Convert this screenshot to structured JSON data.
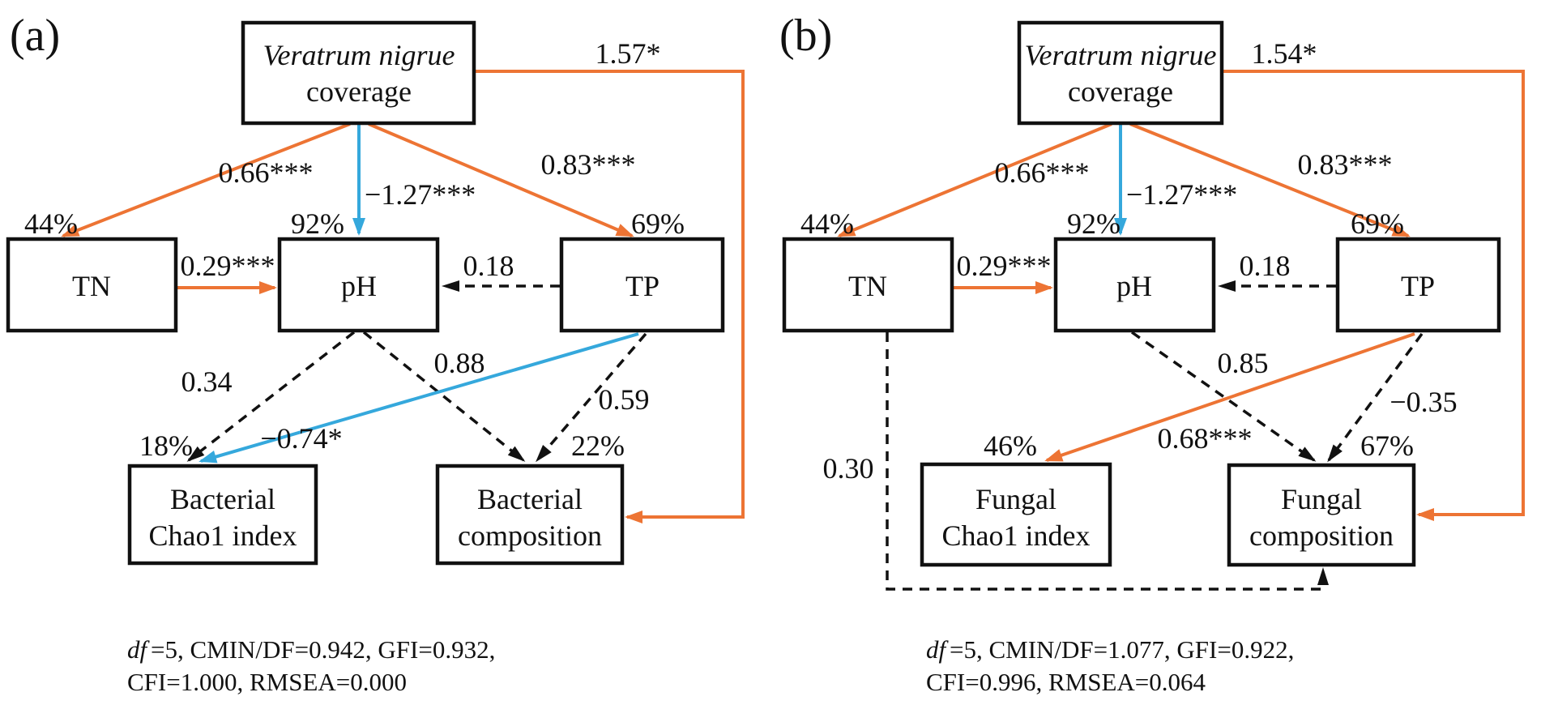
{
  "figure": {
    "type": "structural-equation-model-path-diagrams",
    "colors": {
      "positive_path": "#ED7434",
      "negative_path": "#35A8DC",
      "nonsignificant_path": "#111111",
      "box_border": "#111111",
      "background": "#ffffff"
    },
    "panels": [
      {
        "tag": "(a)",
        "coverage_box": {
          "line1": "Veratrum nigrue",
          "line2": "coverage"
        },
        "nodes": {
          "tn": "TN",
          "ph": "pH",
          "tp": "TP",
          "chao1_line1": "Bacterial",
          "chao1_line2": "Chao1 index",
          "comp_line1": "Bacterial",
          "comp_line2": "composition"
        },
        "variance": {
          "tn": "44%",
          "ph": "92%",
          "tp": "69%",
          "chao1": "18%",
          "comp": "22%"
        },
        "paths": {
          "cov_comp": "1.57*",
          "cov_tn": "0.66***",
          "cov_ph": "−1.27***",
          "cov_tp": "0.83***",
          "tn_ph": "0.29***",
          "tp_ph": "0.18",
          "ph_chao1": "0.34",
          "ph_comp": "0.88",
          "tp_chao1": "−0.74*",
          "tp_comp": "0.59"
        },
        "fit": {
          "df_label": "df",
          "line1_rest": "=5, CMIN/DF=0.942, GFI=0.932,",
          "line2": "CFI=1.000, RMSEA=0.000"
        }
      },
      {
        "tag": "(b)",
        "coverage_box": {
          "line1": "Veratrum nigrue",
          "line2": "coverage"
        },
        "nodes": {
          "tn": "TN",
          "ph": "pH",
          "tp": "TP",
          "chao1_line1": "Fungal",
          "chao1_line2": "Chao1 index",
          "comp_line1": "Fungal",
          "comp_line2": "composition"
        },
        "variance": {
          "tn": "44%",
          "ph": "92%",
          "tp": "69%",
          "chao1": "46%",
          "comp": "67%"
        },
        "paths": {
          "cov_comp": "1.54*",
          "cov_tn": "0.66***",
          "cov_ph": "−1.27***",
          "cov_tp": "0.83***",
          "tn_ph": "0.29***",
          "tp_ph": "0.18",
          "ph_comp": "0.85",
          "tp_chao1": "0.68***",
          "tp_comp": "−0.35",
          "tn_comp": "0.30"
        },
        "fit": {
          "df_label": "df",
          "line1_rest": "=5, CMIN/DF=1.077, GFI=0.922,",
          "line2": "CFI=0.996, RMSEA=0.064"
        }
      }
    ]
  }
}
